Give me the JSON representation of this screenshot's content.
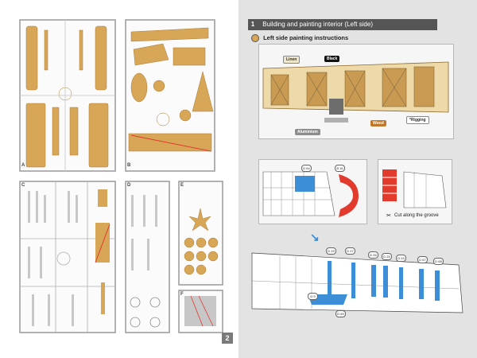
{
  "page": {
    "number": "2",
    "step_number": "1",
    "step_title": "Building and painting interior (Left side)",
    "subtitle": "Left side painting instructions"
  },
  "sprues": {
    "frame_a_label": "A",
    "frame_b_label": "B",
    "frame_c_label": "C",
    "frame_d_label": "D",
    "frame_e_label": "E",
    "frame_f_label": "F"
  },
  "paint_tags": {
    "linen": "Linen",
    "black": "Black",
    "wood": "Wood",
    "aluminium": "Aluminium",
    "rigging": "*Rigging"
  },
  "part_numbers": {
    "panel2": [
      "D 64",
      "B 16"
    ],
    "assembly": [
      "D 29",
      "D 27",
      "D 26",
      "D 25",
      "D 24",
      "D 67",
      "D 68",
      "D 9",
      "D 69"
    ]
  },
  "instructions": {
    "cut_along_groove": "Cut along the groove"
  },
  "colors": {
    "header_bg": "#555555",
    "wood": "#d8a657",
    "part_blue": "#3c8fd6",
    "part_red": "#e23b2e",
    "sprue_frame": "#9a9a9a"
  }
}
